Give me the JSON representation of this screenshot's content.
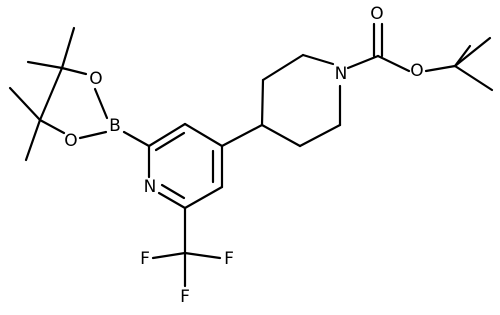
{
  "structure": {
    "atoms": {
      "N_pip": "N",
      "O_carbonyl": "O",
      "O_ester": "O",
      "O_boronate_top": "O",
      "O_boronate_bottom": "O",
      "B": "B",
      "N_pyridine": "N",
      "F_left": "F",
      "F_right": "F",
      "F_bottom": "F"
    }
  }
}
